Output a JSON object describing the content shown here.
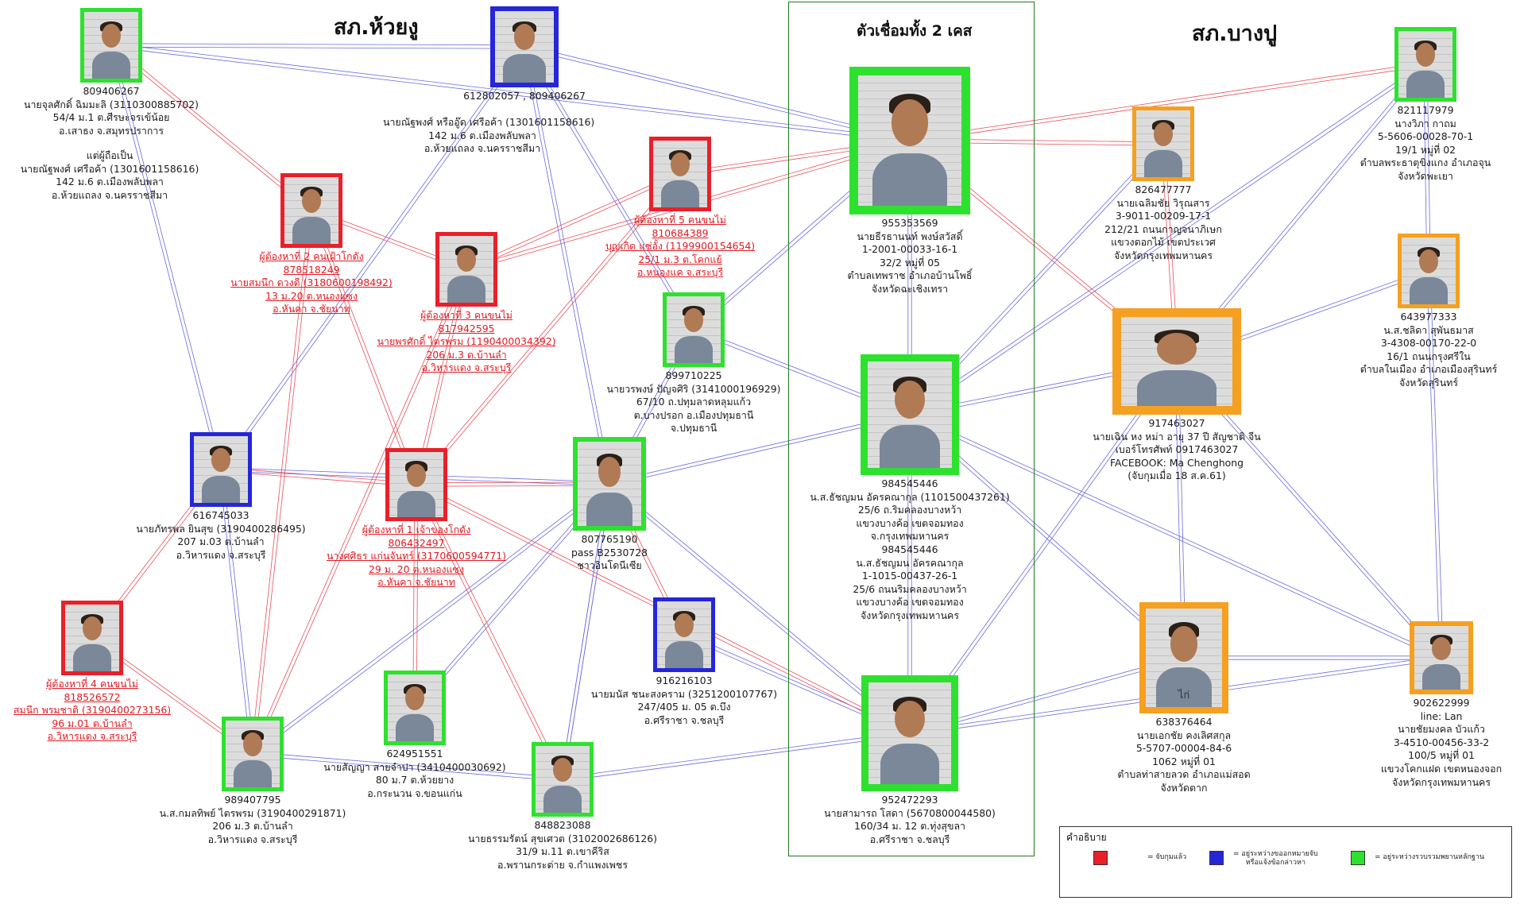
{
  "titles": {
    "huaiyong": "สภ.ห้วยงู",
    "both": "ตัวเชื่อมทั้ง 2 เคส",
    "bangpu": "สภ.บางปู"
  },
  "colors": {
    "red": "#e8202a",
    "blue": "#2626d9",
    "green": "#2ee12e",
    "orange": "#f5a020",
    "box": "#1f7a1f"
  },
  "nodes": [
    {
      "id": "n01",
      "color": "green",
      "red_text": false,
      "lines": [
        "809406267",
        "นายจุลศักดิ์ ฉิมมะลิ (3110300885702)",
        "54/4  ม.1 ต.ศีรษะจรเข้น้อย",
        "อ.เสาธง จ.สมุทรปราการ"
      ]
    },
    {
      "id": "n02",
      "color": "blue",
      "red_text": false,
      "lines": [
        "612802057 , 809406267"
      ]
    },
    {
      "id": "n03",
      "color": "red",
      "red_text": true,
      "lines": [
        "ผู้ต้องหาที่ 2 คนเฝ้าโกดัง",
        "878518249",
        "นายสมนึก ดวงดี (3180600198492)",
        "13 ม.20 ต.หนองแซง",
        "อ.หันคา จ.ชัยนาท"
      ]
    },
    {
      "id": "n04",
      "color": "red",
      "red_text": true,
      "lines": [
        "ผู้ต้องหาที่ 3 คนขนไม่",
        "817942595",
        "นายพรศักดิ์ ไตรพรม (1190400034392)",
        "206 ม.3 ต.บ้านลำ",
        "อ.วิหารแดง จ.สระบุรี"
      ]
    },
    {
      "id": "n05",
      "color": "red",
      "red_text": true,
      "lines": [
        "ผู้ต้องหาที่ 5 คนขนไม่",
        "810684389",
        "บุญเกิด แช่อั้ง (1199900154654)",
        "25/1 ม.3 ต.โคกแย้",
        "อ.หนองแค จ.สระบุรี"
      ]
    },
    {
      "id": "n06",
      "color": "green",
      "red_text": false,
      "lines": [
        "899710225",
        "นายวรพงษ์ ปัญจศิริ (3141000196929)",
        "67/10  ถ.ปทุมลาดหลุมแก้ว",
        "ต.บางปรอก อ.เมืองปทุมธานี",
        "จ.ปทุมธานี"
      ]
    },
    {
      "id": "n07",
      "color": "blue",
      "red_text": false,
      "lines": [
        "616745033",
        "นายภัทรพล ยินสุข (3190400286495)",
        "207 ม.03 ต.บ้านลำ",
        "อ.วิหารแดง จ.สระบุรี"
      ]
    },
    {
      "id": "n08",
      "color": "red",
      "red_text": true,
      "lines": [
        "ผู้ต้องหาที่ 1 เจ้าของโกดัง",
        "806432497",
        "นางศศิธร แก่นจันทร์ (3170600594771)",
        "29 ม. 20 ต.หนองแซง",
        "อ.หันคา จ.ชัยนาท"
      ]
    },
    {
      "id": "n09",
      "color": "green",
      "red_text": false,
      "lines": [
        "807765190",
        "pass B2530728",
        "ชาวอินโดนีเซีย"
      ]
    },
    {
      "id": "n10",
      "color": "red",
      "red_text": true,
      "lines": [
        "ผู้ต้องหาที่ 4 คนขนไม่",
        "818526572",
        "สมนึก พรมชาติ (3190400273156)",
        "96 ม.01 ต.บ้านลำ",
        "อ.วิหารแดง จ.สระบุรี"
      ]
    },
    {
      "id": "n11",
      "color": "green",
      "red_text": false,
      "lines": [
        "989407795",
        "น.ส.กมลทิพย์ ไตรพรม (3190400291871)",
        "206 ม.3 ต.บ้านลำ",
        "อ.วิหารแดง จ.สระบุรี"
      ]
    },
    {
      "id": "n12",
      "color": "green",
      "red_text": false,
      "lines": [
        "624951551",
        "นายสัญญา สายจำปา (3410400030692)",
        "80  ม.7 ต.ห้วยยาง",
        "อ.กระนวน จ.ขอนแก่น"
      ]
    },
    {
      "id": "n13",
      "color": "green",
      "red_text": false,
      "lines": [
        "848823088",
        "นายธรรมรัตน์ สุขเศวต (3102002686126)",
        "31/9   ม.11 ต.เขาคีริส",
        "อ.พรานกระต่าย จ.กำแพงเพชร"
      ]
    },
    {
      "id": "n14",
      "color": "blue",
      "red_text": false,
      "lines": [
        "916216103",
        "นายมนัส ชนะสงคราม (3251200107767)",
        "247/405 ม. 05 ต.บึง",
        "อ.ศรีราชา จ.ชลบุรี"
      ]
    },
    {
      "id": "n15",
      "color": "green",
      "red_text": false,
      "lines": [
        "955353569",
        "นายธีรธานนท์ พงษ์สวัสดิ์",
        "1-2001-00033-16-1",
        "32/2  หมู่ที่ 05",
        "ตำบลเทพราช  อำเภอบ้านโพธิ์",
        "จังหวัดฉะเชิงเทรา"
      ]
    },
    {
      "id": "n16",
      "color": "green",
      "red_text": false,
      "lines": [
        "984545446",
        "น.ส.ธัชญมน อัครคณากุล (1101500437261)",
        "25/6  ถ.ริมคลองบางหว้า",
        "แขวงบางค้อ  เขตจอมทอง",
        "จ.กรุงเทพมหานคร",
        "984545446",
        "น.ส.ธัชญมน อัครคณากุล",
        "1-1015-00437-26-1",
        "25/6  ถนนริมคลองบางหว้า",
        "แขวงบางค้อ  เขตจอมทอง",
        "จังหวัดกรุงเทพมหานคร"
      ]
    },
    {
      "id": "n17",
      "color": "green",
      "red_text": false,
      "lines": [
        "952472293",
        "นายสามารถ โสดา (5670800044580)",
        "160/34  ม. 12 ต.ทุ่งสุขลา",
        "อ.ศรีราชา จ.ชลบุรี"
      ]
    },
    {
      "id": "n18",
      "color": "orange",
      "red_text": false,
      "lines": [
        "826477777",
        "นายเฉลิมชัย วิรุณสาร",
        "3-9011-00209-17-1",
        "212/21  ถนนกาญจนาภิเษก",
        "แขวงดอกไม้  เขตประเวศ",
        "จังหวัดกรุงเทพมหานคร"
      ]
    },
    {
      "id": "n19",
      "color": "green",
      "red_text": false,
      "lines": [
        "821117979",
        "นางวิภา กาถม",
        "5-5606-00028-70-1",
        "19/1  หมู่ที่ 02",
        "ตำบลพระธาตุขิงแกง  อำเภอจุน",
        "จังหวัดพะเยา"
      ]
    },
    {
      "id": "n20",
      "color": "orange",
      "red_text": false,
      "lines": [
        "643977333",
        "น.ส.ชลิดา สุพันธมาส",
        "3-4308-00170-22-0",
        "16/1  ถนนกรุงศรีใน",
        "ตำบลในเมือง  อำเภอเมืองสุรินทร์",
        "จังหวัดสุรินทร์"
      ]
    },
    {
      "id": "n21",
      "color": "orange",
      "red_text": false,
      "lines": [
        "917463027",
        "นายเฉิน หง หม่า อายุ 37 ปี สัญชาติ จีน",
        "เบอร์โทรศัพท์ 0917463027",
        "FACEBOOK: Ma Chenghong",
        "(จับกุมเมื่อ 18 ส.ค.61)"
      ]
    },
    {
      "id": "n22",
      "color": "orange",
      "red_text": false,
      "photo_caption": "ไก่",
      "lines": [
        "638376464",
        "นายเอกชัย คงเลิศสกุล",
        "5-5707-00004-84-6",
        "1062  หมู่ที่ 01",
        "ตำบลท่าสายลวด  อำเภอแม่สอด",
        "จังหวัดตาก"
      ]
    },
    {
      "id": "n23",
      "color": "orange",
      "red_text": false,
      "lines": [
        "902622999",
        "line: Lan",
        "นายชัยมงคล บัวแก้ว",
        "3-4510-00456-33-2",
        "100/5  หมู่ที่ 01",
        "แขวงโคกแฝด  เขตหนองจอก",
        "จังหวัดกรุงเทพมหานคร"
      ]
    }
  ],
  "free_text": {
    "lines": [
      "นายณัฐพงศ์ หรืออู๊ด  เศรีอค้า (1301601158616)",
      "142 ม.6 ต.เมืองพลับพลา",
      "อ.ห้วยแถลง จ.นครราชสีมา"
    ],
    "left_lines": [
      "แต่ผู้ถือเป็น",
      "นายณัฐพงศ์ เศรีอค้า (1301601158616)",
      "142 ม.6 ต.เมืองพลับพลา",
      "อ.ห้วยแถลง จ.นครราชสีมา"
    ]
  },
  "legend": {
    "title": "คำอธิบาย",
    "red": "= จับกุมแล้ว",
    "blue": "= อยู่ระหว่างขออกหมายจับ\nหรือแจ้งข้อกล่าวหา",
    "green": "= อยู่ระหว่างรวบรวมพยานหลักฐาน"
  },
  "edges": [
    [
      "n01",
      "n02",
      "blue"
    ],
    [
      "n01",
      "n15",
      "blue"
    ],
    [
      "n02",
      "n15",
      "blue"
    ],
    [
      "n01",
      "n07",
      "blue"
    ],
    [
      "n02",
      "n07",
      "blue"
    ],
    [
      "n07",
      "n11",
      "blue"
    ],
    [
      "n07",
      "n10",
      "red"
    ],
    [
      "n07",
      "n08",
      "red"
    ],
    [
      "n07",
      "n09",
      "blue"
    ],
    [
      "n08",
      "n09",
      "red"
    ],
    [
      "n03",
      "n11",
      "red"
    ],
    [
      "n04",
      "n11",
      "red"
    ],
    [
      "n04",
      "n08",
      "red"
    ],
    [
      "n05",
      "n08",
      "red"
    ],
    [
      "n03",
      "n08",
      "red"
    ],
    [
      "n05",
      "n04",
      "red"
    ],
    [
      "n04",
      "n15",
      "red"
    ],
    [
      "n05",
      "n15",
      "red"
    ],
    [
      "n06",
      "n15",
      "blue"
    ],
    [
      "n06",
      "n09",
      "blue"
    ],
    [
      "n09",
      "n16",
      "blue"
    ],
    [
      "n09",
      "n17",
      "blue"
    ],
    [
      "n09",
      "n11",
      "blue"
    ],
    [
      "n09",
      "n13",
      "blue"
    ],
    [
      "n10",
      "n11",
      "red"
    ],
    [
      "n12",
      "n09",
      "blue"
    ],
    [
      "n13",
      "n17",
      "blue"
    ],
    [
      "n14",
      "n17",
      "blue"
    ],
    [
      "n13",
      "n09",
      "blue"
    ],
    [
      "n15",
      "n16",
      "blue"
    ],
    [
      "n16",
      "n17",
      "blue"
    ],
    [
      "n15",
      "n19",
      "red"
    ],
    [
      "n15",
      "n18",
      "red"
    ],
    [
      "n15",
      "n21",
      "red"
    ],
    [
      "n16",
      "n21",
      "blue"
    ],
    [
      "n17",
      "n21",
      "blue"
    ],
    [
      "n18",
      "n21",
      "red"
    ],
    [
      "n19",
      "n21",
      "blue"
    ],
    [
      "n20",
      "n21",
      "blue"
    ],
    [
      "n21",
      "n22",
      "blue"
    ],
    [
      "n21",
      "n23",
      "blue"
    ],
    [
      "n16",
      "n22",
      "blue"
    ],
    [
      "n16",
      "n23",
      "blue"
    ],
    [
      "n17",
      "n22",
      "blue"
    ],
    [
      "n17",
      "n23",
      "blue"
    ],
    [
      "n22",
      "n23",
      "blue"
    ],
    [
      "n19",
      "n20",
      "blue"
    ],
    [
      "n20",
      "n23",
      "blue"
    ],
    [
      "n16",
      "n18",
      "blue"
    ],
    [
      "n16",
      "n19",
      "blue"
    ],
    [
      "n08",
      "n13",
      "red"
    ],
    [
      "n08",
      "n17",
      "red"
    ],
    [
      "n03",
      "n04",
      "red"
    ],
    [
      "n01",
      "n03",
      "red"
    ],
    [
      "n02",
      "n06",
      "blue"
    ],
    [
      "n02",
      "n09",
      "blue"
    ],
    [
      "n06",
      "n16",
      "blue"
    ],
    [
      "n14",
      "n09",
      "red"
    ],
    [
      "n12",
      "n08",
      "red"
    ],
    [
      "n11",
      "n13",
      "blue"
    ]
  ]
}
